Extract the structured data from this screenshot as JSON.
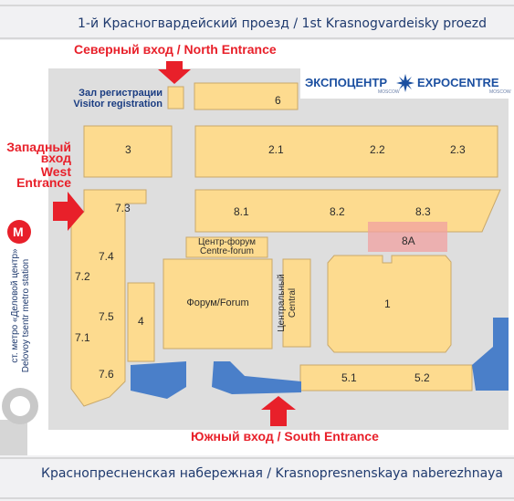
{
  "streets": {
    "north": "1-й Красногвардейский проезд / 1st Krasnogvardeisky proezd",
    "south": "Краснопресненская набережная / Krasnopresnenskaya naberezhnaya"
  },
  "entrances": {
    "north": "Северный вход / North Entrance",
    "west_ru_1": "Западный",
    "west_ru_2": "вход",
    "west_en_1": "West",
    "west_en_2": "Entrance",
    "south": "Южный вход / South Entrance"
  },
  "registration": {
    "ru": "Зал регистрации",
    "en": "Visitor registration"
  },
  "logo": {
    "ru": "ЭКСПОЦЕНТР",
    "en": "EXPOCENTRE",
    "sub_ru": "MOSCOW",
    "sub_en": "MOSCOW"
  },
  "metro": {
    "symbol": "М",
    "line1": "ст. метро «Деловой центр»",
    "line2": "Delovoy tsentr metro station"
  },
  "halls": {
    "h6": "6",
    "h3": "3",
    "h21": "2.1",
    "h22": "2.2",
    "h23": "2.3",
    "h73": "7.3",
    "h74": "7.4",
    "h72": "7.2",
    "h75": "7.5",
    "h71": "7.1",
    "h76": "7.6",
    "h4": "4",
    "h81": "8.1",
    "h82": "8.2",
    "h83": "8.3",
    "h8a": "8A",
    "h1": "1",
    "h51": "5.1",
    "h52": "5.2",
    "centre_forum_ru": "Центр-форум",
    "centre_forum_en": "Centre-forum",
    "forum": "Форум/Forum",
    "central_ru": "Центральный",
    "central_en": "Central"
  },
  "colors": {
    "hall_fill": "#fddb8f",
    "hall_stroke": "#c9a86a",
    "ground": "#dedede",
    "road": "#f1f1f3",
    "road_line": "#bdbdbd",
    "entrance_red": "#e8202a",
    "water_blue": "#4a7fc9",
    "street_text": "#1f3a6e",
    "logo_blue": "#1b4fa0",
    "highlight_8a": "#f0a0a0"
  }
}
